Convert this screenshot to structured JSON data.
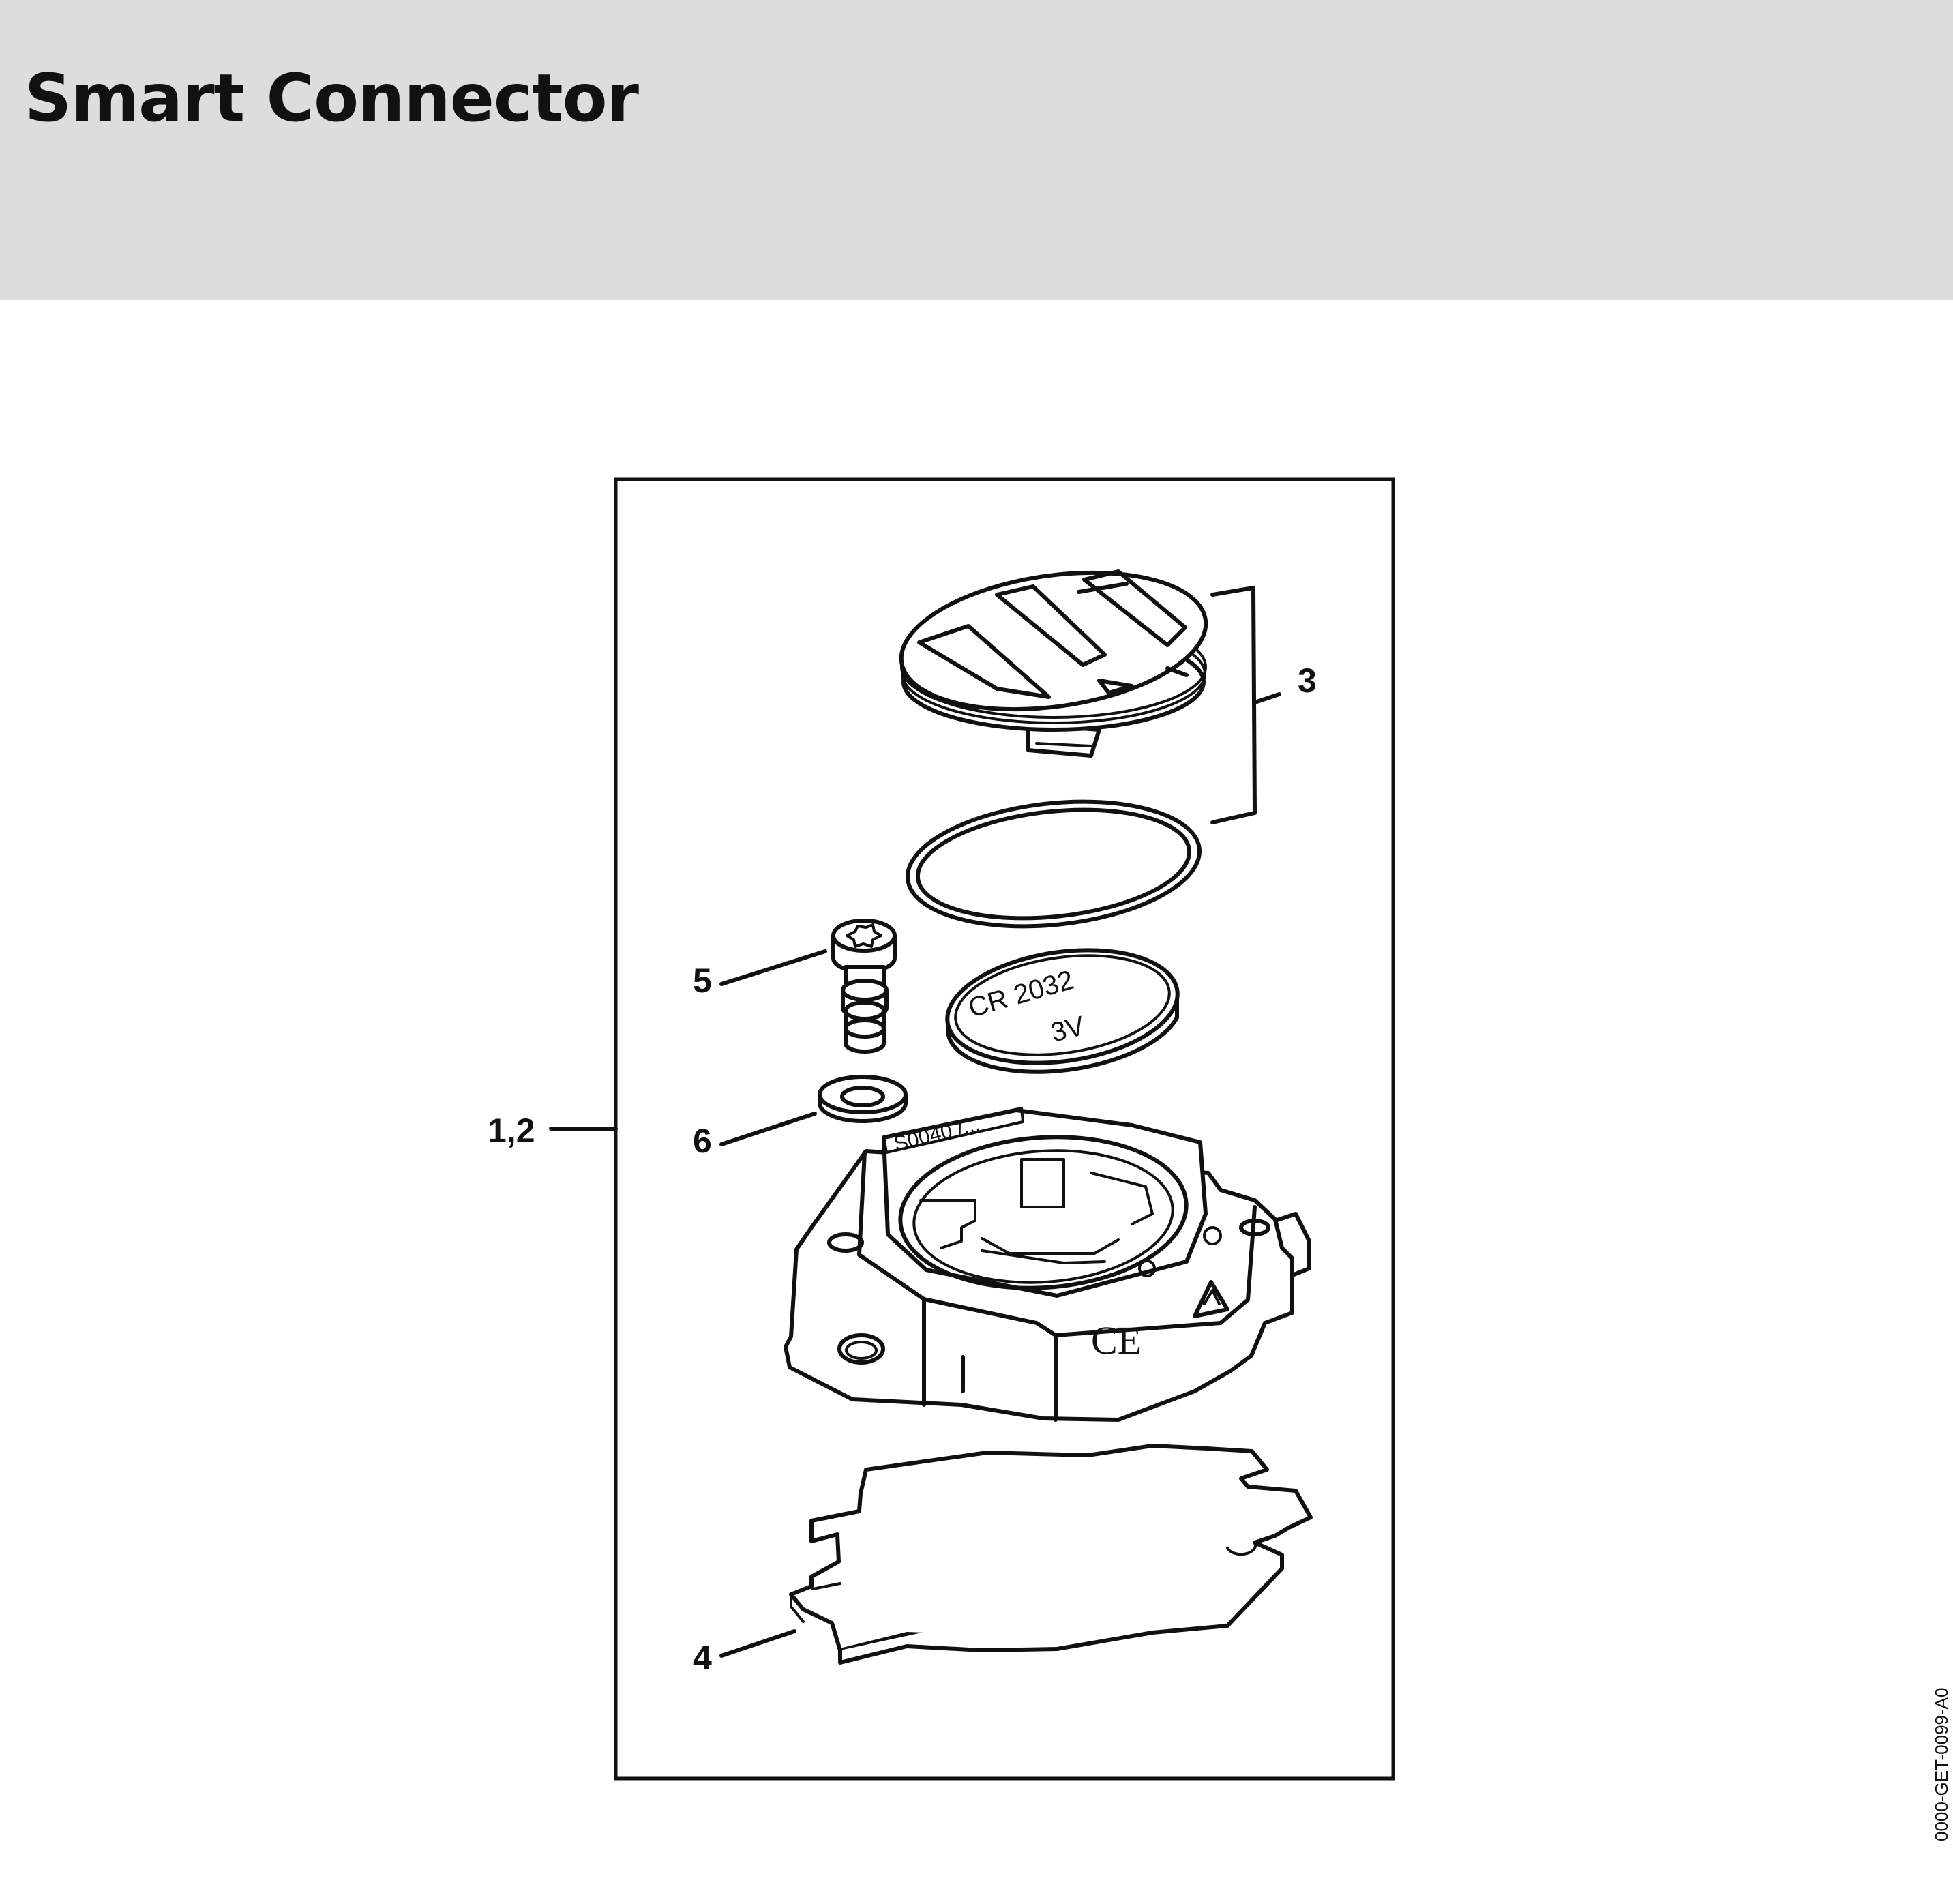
{
  "header": {
    "title": "Smart Connector",
    "background": "#dcdddd"
  },
  "figure_code": "0000-GET-0099-A0",
  "callouts": {
    "assembly": "1,2",
    "cover": "3",
    "gasket_plate": "4",
    "screw": "5",
    "washer": "6"
  },
  "part_markings": {
    "battery_type": "CR 2032",
    "battery_voltage": "3V",
    "housing_serial": "S0040 /..."
  },
  "icons": [
    "cover-icon",
    "o-ring-icon",
    "battery-icon",
    "screw-icon",
    "washer-icon",
    "housing-icon",
    "gasket-plate-icon"
  ]
}
